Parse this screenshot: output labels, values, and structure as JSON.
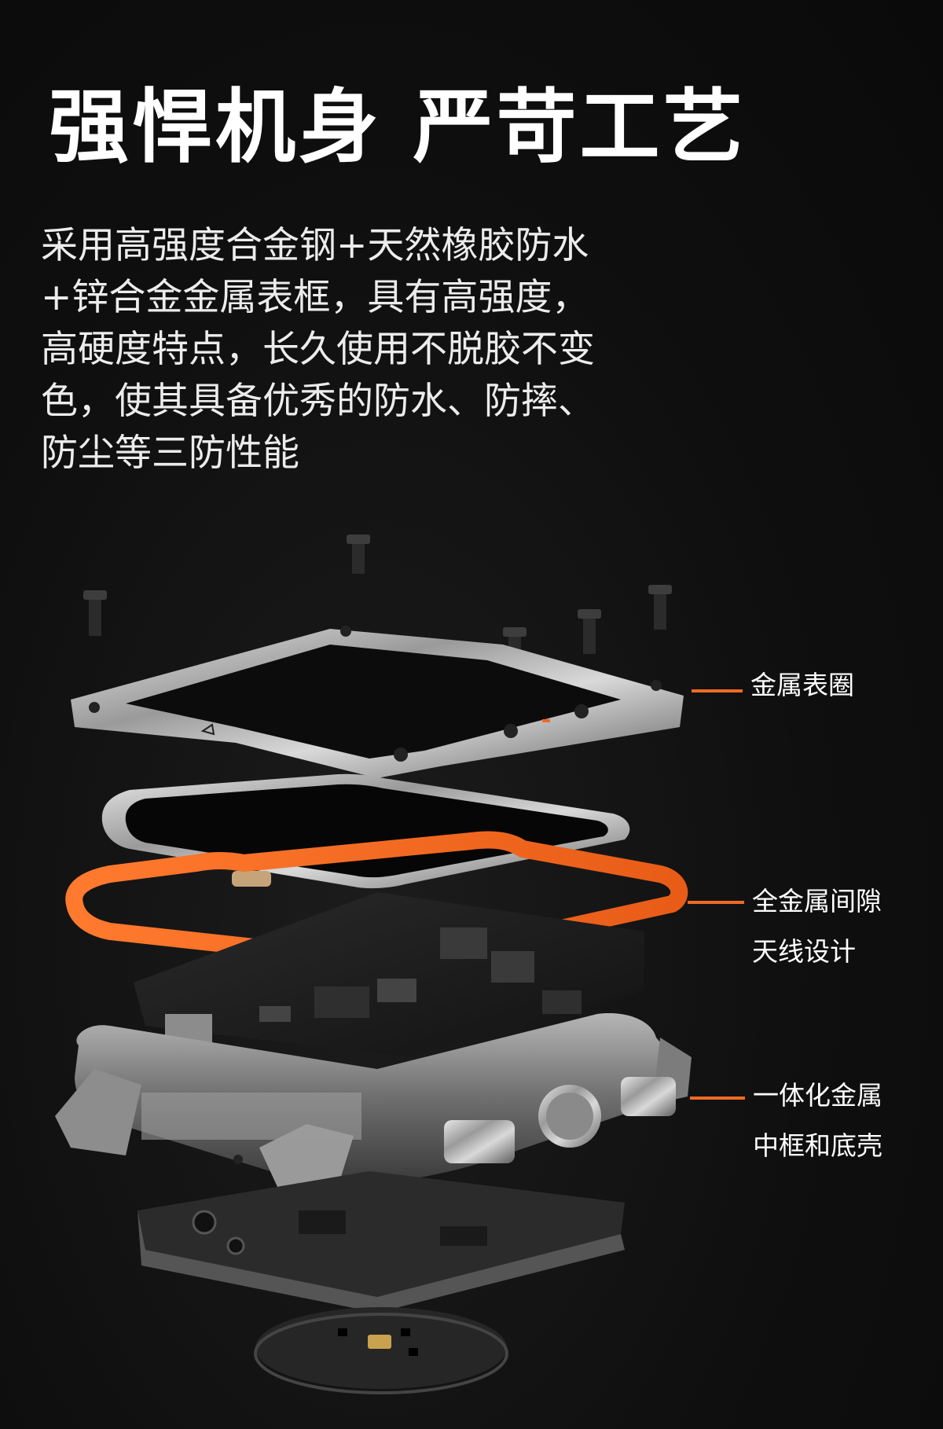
{
  "title": "强悍机身 严苛工艺",
  "description_lines": [
    "采用高强度合金钢+天然橡胶防水",
    "+锌合金金属表框，具有高强度，",
    "高硬度特点，长久使用不脱胶不变",
    "色，使其具备优秀的防水、防摔、",
    "防尘等三防性能"
  ],
  "callouts": [
    {
      "lines": [
        "金属表圈"
      ]
    },
    {
      "lines": [
        "全金属间隙",
        "天线设计"
      ]
    },
    {
      "lines": [
        "一体化金属",
        "中框和底壳"
      ]
    }
  ],
  "colors": {
    "background": "#0e0e0e",
    "accent": "#f06a25",
    "text": "#ffffff"
  }
}
